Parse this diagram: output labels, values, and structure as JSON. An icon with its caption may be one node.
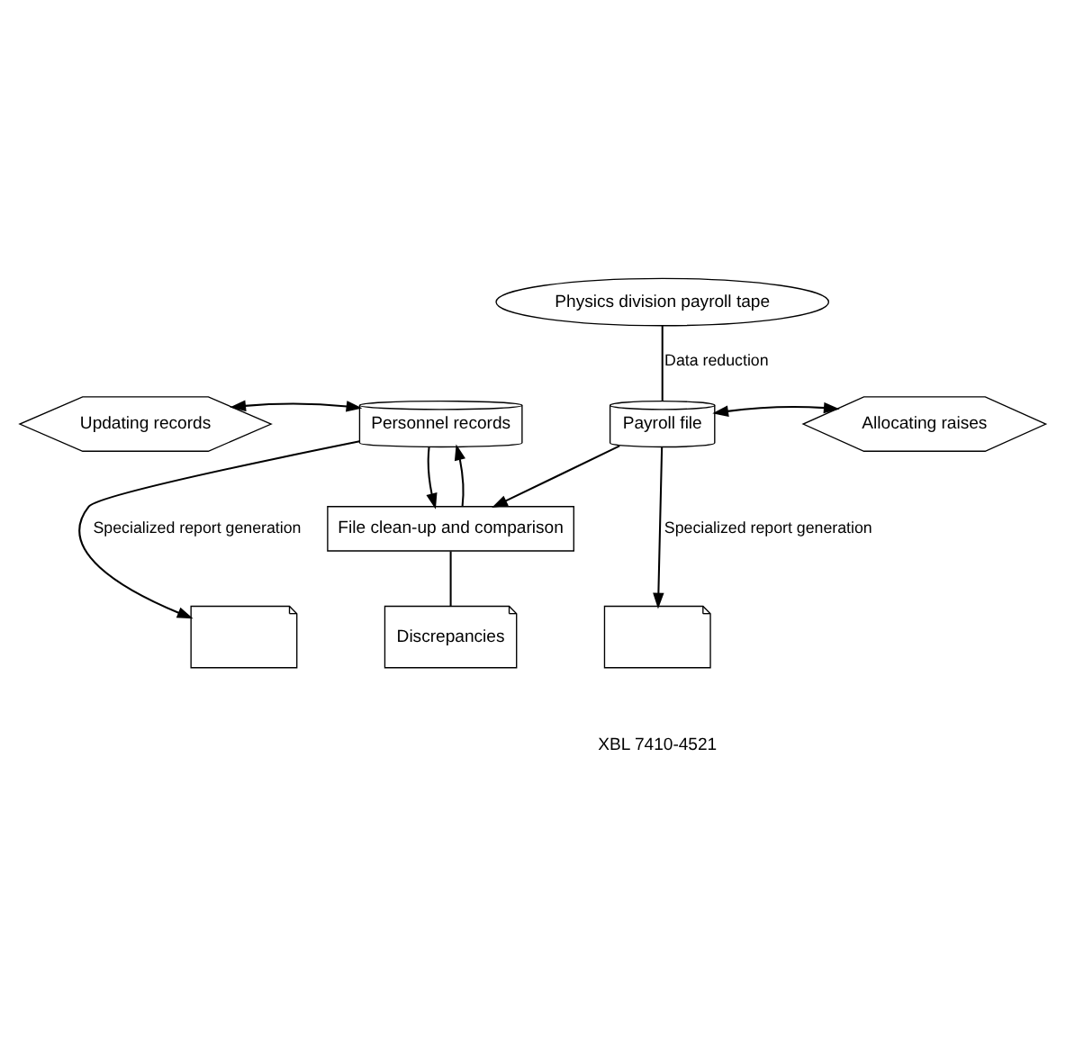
{
  "diagram": {
    "nodes": [
      {
        "text": [
          "Physics division payroll tape"
        ]
      },
      {
        "text": [
          "Updating records"
        ]
      },
      {
        "text": [
          "Personnel records"
        ]
      },
      {
        "text": [
          "Payroll file"
        ]
      },
      {
        "text": [
          "Allocating raises"
        ]
      },
      {
        "text": [
          "File clean-up and comparison"
        ]
      },
      {
        "text": [],
        "shape": "document"
      },
      {
        "text": [
          "Discrepancies"
        ]
      },
      {
        "text": [],
        "shape": "document"
      }
    ],
    "edges": [
      {
        "from": 0,
        "to": 3,
        "arrow": "none",
        "label": "Data reduction"
      },
      {
        "from": 1,
        "to": 2,
        "arrow": "both"
      },
      {
        "from": 3,
        "to": 4,
        "arrow": "both"
      },
      {
        "from": 2,
        "to": 5,
        "arrow": "to"
      },
      {
        "from": 5,
        "to": 2,
        "arrow": "to"
      },
      {
        "from": 3,
        "to": 5,
        "arrow": "to"
      },
      {
        "from": 2,
        "to": 6,
        "arrow": "to",
        "label": "Specialized report generation"
      },
      {
        "from": 3,
        "to": 8,
        "arrow": "to",
        "label": "Specialized report generation"
      },
      {
        "from": 5,
        "to": 7,
        "arrow": "none"
      }
    ],
    "labels": [
      "XBL 7410-4521"
    ]
  }
}
